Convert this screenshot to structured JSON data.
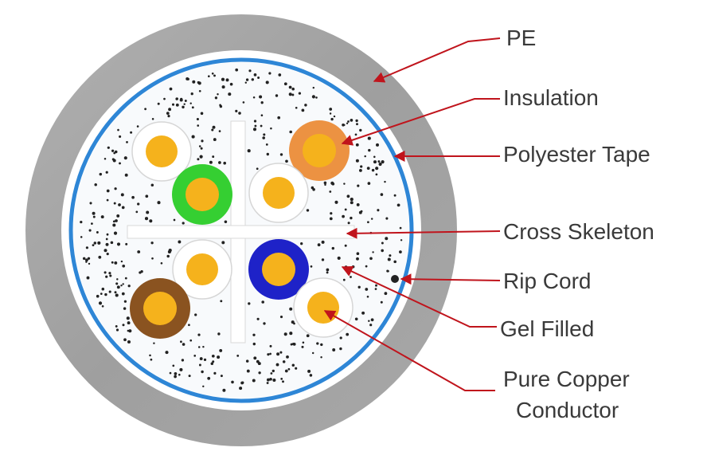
{
  "labels": {
    "pe": "PE",
    "insulation": "Insulation",
    "polyester_tape": "Polyester Tape",
    "cross_skeleton": "Cross Skeleton",
    "rip_cord": "Rip Cord",
    "gel_filled": "Gel Filled",
    "conductor_line1": "Pure Copper",
    "conductor_line2": "Conductor"
  },
  "colors": {
    "jacket": "#a3a3a3",
    "tape": "#2e86d6",
    "copper": "#f5b21c",
    "orange_insulation": "#ec9242",
    "green_insulation": "#35cf32",
    "blue_insulation": "#1e22c8",
    "brown_insulation": "#8a5320",
    "pointer": "#c0141c",
    "gel_dots": "#222222"
  }
}
